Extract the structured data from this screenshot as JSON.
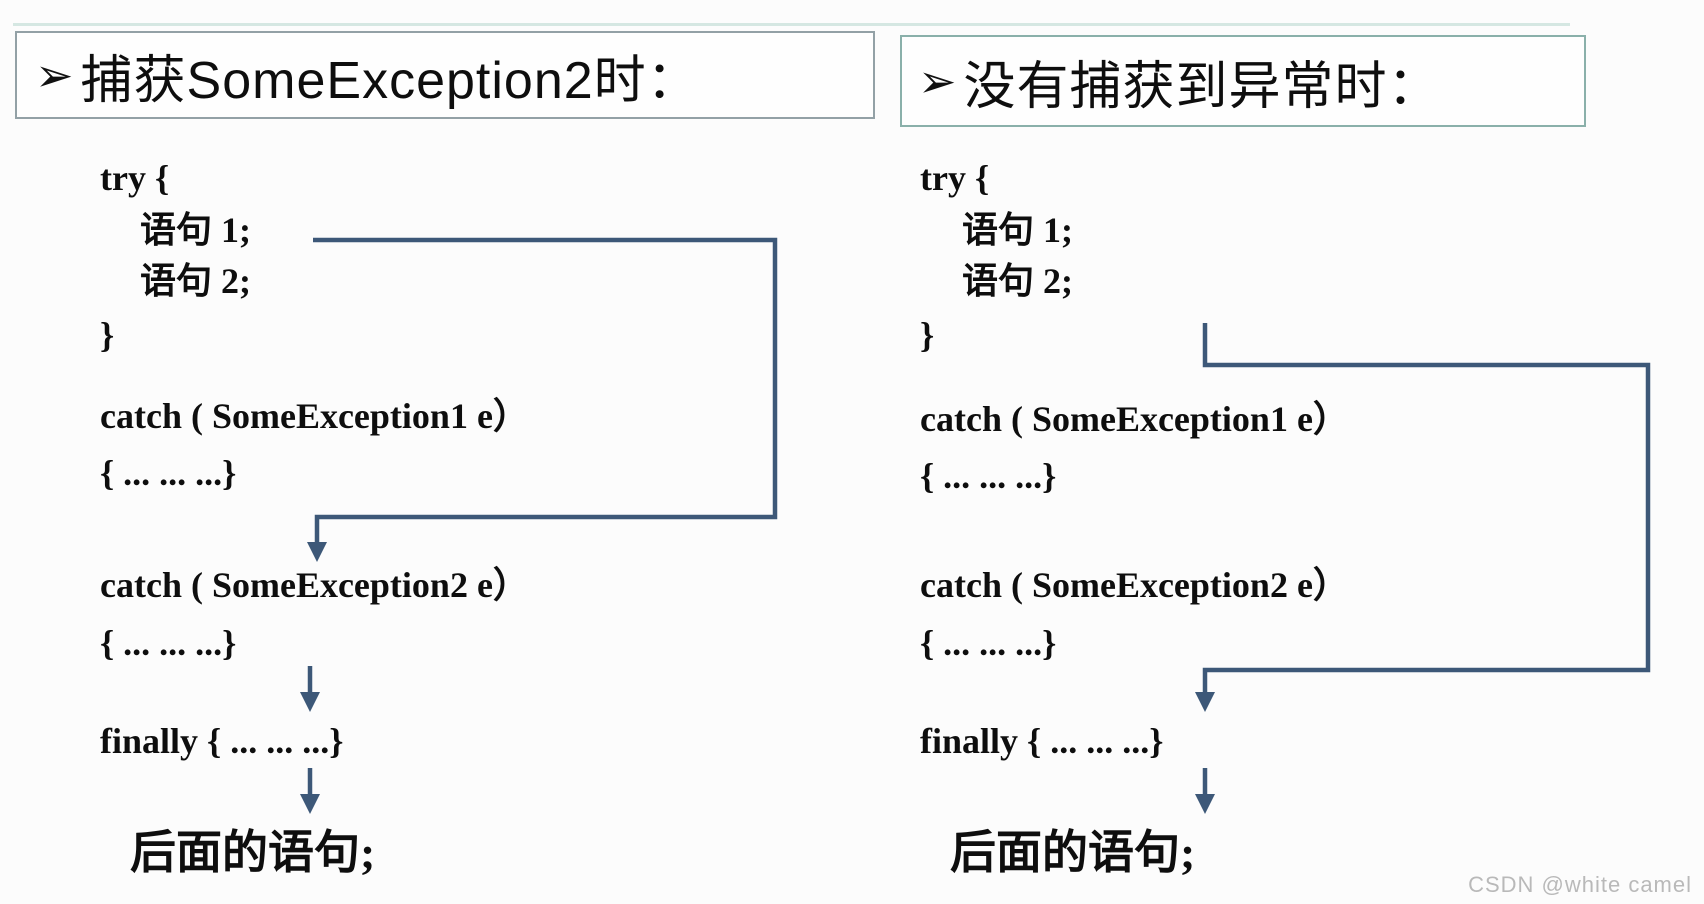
{
  "panels": [
    {
      "title": {
        "bullet": "➢",
        "text": "捕获SomeException2时："
      },
      "lines": {
        "try_open": "try {",
        "stmt1": "语句 1;",
        "stmt2": "语句 2;",
        "try_close": "}",
        "catch1": "catch ( SomeException1 e）",
        "catch1_body": "{ ... ... ...}",
        "catch2": "catch ( SomeException2 e）",
        "catch2_body": "{ ... ... ...}",
        "finally_line": "finally { ... ... ...}",
        "after": "后面的语句;"
      }
    },
    {
      "title": {
        "bullet": "➢",
        "text": "没有捕获到异常时："
      },
      "lines": {
        "try_open": "try {",
        "stmt1": "语句 1;",
        "stmt2": "语句 2;",
        "try_close": "}",
        "catch1": "catch ( SomeException1 e）",
        "catch1_body": "{ ... ... ...}",
        "catch2": "catch ( SomeException2 e）",
        "catch2_body": "{ ... ... ...}",
        "finally_line": "finally { ... ... ...}",
        "after": "后面的语句;"
      }
    }
  ],
  "watermark": "CSDN @white camel",
  "colors": {
    "connector": "#3d5878",
    "left_box_border": "#93a1a6",
    "right_box_border": "#8ab0aa",
    "top_rule": "#d5e7e2",
    "text": "#0e0e0e",
    "watermark": "#b9b9b9"
  }
}
